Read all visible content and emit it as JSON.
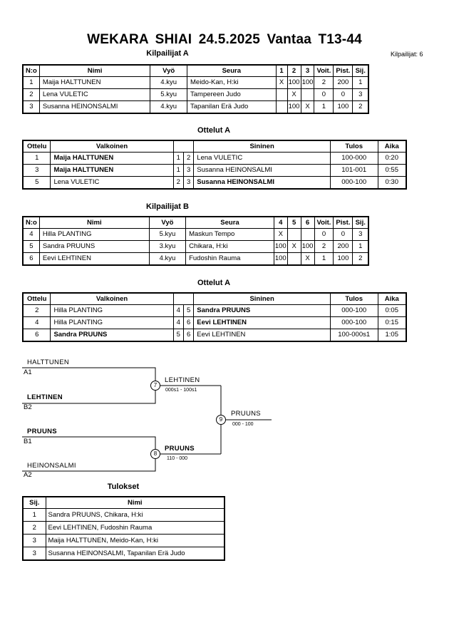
{
  "header": {
    "title": "WEKARA SHIAI  24.5.2025  Vantaa   T13-44",
    "competitor_count": "Kilpailijat: 6"
  },
  "pool_a": {
    "title": "Kilpailijat A",
    "headers": [
      "N:o",
      "Nimi",
      "Vyö",
      "Seura",
      "1",
      "2",
      "3",
      "Voit.",
      "Pist.",
      "Sij."
    ],
    "rows": [
      {
        "no": "1",
        "name": "Maija HALTTUNEN",
        "belt": "4.kyu",
        "club": "Meido-Kan, H:ki",
        "m1": "X",
        "m2": "100",
        "m3": "100",
        "wins": "2",
        "points": "200",
        "place": "1"
      },
      {
        "no": "2",
        "name": "Lena VULETIC",
        "belt": "5.kyu",
        "club": "Tampereen Judo",
        "m1": "",
        "m2": "X",
        "m3": "",
        "wins": "0",
        "points": "0",
        "place": "3"
      },
      {
        "no": "3",
        "name": "Susanna HEINONSALMI",
        "belt": "4.kyu",
        "club": "Tapanilan Erä Judo",
        "m1": "",
        "m2": "100",
        "m3": "X",
        "wins": "1",
        "points": "100",
        "place": "2"
      }
    ]
  },
  "matches_a": {
    "title": "Ottelut A",
    "headers": [
      "Ottelu",
      "Valkoinen",
      "Sininen",
      "Tulos",
      "Aika"
    ],
    "rows": [
      {
        "match": "1",
        "white": "Maija HALTTUNEN",
        "wn": "1",
        "bn": "2",
        "blue": "Lena VULETIC",
        "result": "100-000",
        "time": "0:20",
        "winner": "white"
      },
      {
        "match": "3",
        "white": "Maija HALTTUNEN",
        "wn": "1",
        "bn": "3",
        "blue": "Susanna HEINONSALMI",
        "result": "101-001",
        "time": "0:55",
        "winner": "white"
      },
      {
        "match": "5",
        "white": "Lena VULETIC",
        "wn": "2",
        "bn": "3",
        "blue": "Susanna HEINONSALMI",
        "result": "000-100",
        "time": "0:30",
        "winner": "blue"
      }
    ]
  },
  "pool_b": {
    "title": "Kilpailijat B",
    "headers": [
      "N:o",
      "Nimi",
      "Vyö",
      "Seura",
      "4",
      "5",
      "6",
      "Voit.",
      "Pist.",
      "Sij."
    ],
    "rows": [
      {
        "no": "4",
        "name": "Hilla PLANTING",
        "belt": "5.kyu",
        "club": "Maskun Tempo",
        "m1": "X",
        "m2": "",
        "m3": "",
        "wins": "0",
        "points": "0",
        "place": "3"
      },
      {
        "no": "5",
        "name": "Sandra PRUUNS",
        "belt": "3.kyu",
        "club": "Chikara, H:ki",
        "m1": "100",
        "m2": "X",
        "m3": "100",
        "wins": "2",
        "points": "200",
        "place": "1"
      },
      {
        "no": "6",
        "name": "Eevi LEHTINEN",
        "belt": "4.kyu",
        "club": "Fudoshin Rauma",
        "m1": "100",
        "m2": "",
        "m3": "X",
        "wins": "1",
        "points": "100",
        "place": "2"
      }
    ]
  },
  "matches_b": {
    "title": "Ottelut A",
    "headers": [
      "Ottelu",
      "Valkoinen",
      "Sininen",
      "Tulos",
      "Aika"
    ],
    "rows": [
      {
        "match": "2",
        "white": "Hilla PLANTING",
        "wn": "4",
        "bn": "5",
        "blue": "Sandra PRUUNS",
        "result": "000-100",
        "time": "0:05",
        "winner": "blue"
      },
      {
        "match": "4",
        "white": "Hilla PLANTING",
        "wn": "4",
        "bn": "6",
        "blue": "Eevi LEHTINEN",
        "result": "000-100",
        "time": "0:15",
        "winner": "blue"
      },
      {
        "match": "6",
        "white": "Sandra PRUUNS",
        "wn": "5",
        "bn": "6",
        "blue": "Eevi LEHTINEN",
        "result": "100-000s1",
        "time": "1:05",
        "winner": "white"
      }
    ]
  },
  "bracket": {
    "top1_name": "HALTTUNEN",
    "top1_seed": "A1",
    "top2_name": "LEHTINEN",
    "top2_seed": "B2",
    "bot1_name": "PRUUNS",
    "bot1_seed": "B1",
    "bot2_name": "HEINONSALMI",
    "bot2_seed": "A2",
    "semi1_no": "7",
    "semi1_winner": "LEHTINEN",
    "semi1_score": "000s1 - 100s1",
    "semi2_no": "8",
    "semi2_winner": "PRUUNS",
    "semi2_score": "110 - 000",
    "final_no": "9",
    "final_winner": "PRUUNS",
    "final_score": "000 - 100"
  },
  "results": {
    "title": "Tulokset",
    "headers": [
      "Sij.",
      "Nimi"
    ],
    "rows": [
      {
        "place": "1",
        "name": "Sandra PRUUNS, Chikara, H:ki"
      },
      {
        "place": "2",
        "name": "Eevi LEHTINEN, Fudoshin Rauma"
      },
      {
        "place": "3",
        "name": "Maija HALTTUNEN, Meido-Kan, H:ki"
      },
      {
        "place": "3",
        "name": "Susanna HEINONSALMI, Tapanilan Erä Judo"
      }
    ]
  }
}
